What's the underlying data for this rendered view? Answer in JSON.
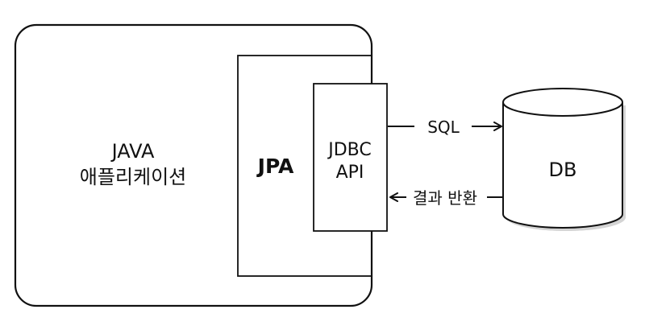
{
  "diagram": {
    "app": {
      "line1": "JAVA",
      "line2": "애플리케이션"
    },
    "jpa": {
      "label": "JPA"
    },
    "jdbc": {
      "line1": "JDBC",
      "line2": "API"
    },
    "db": {
      "label": "DB"
    },
    "arrows": {
      "request": "SQL",
      "response": "결과 반환"
    }
  }
}
